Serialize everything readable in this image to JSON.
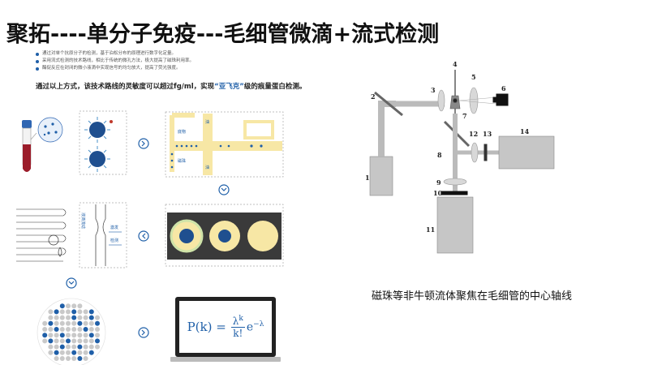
{
  "title": "聚拓----单分子免疫---毛细管微滴+流式检测",
  "bullets": [
    "通过对单个抗原分子的检测，基于泊松分布的原理进行数字化定量。",
    "采用流式检测的技术路线，相比于传统的微孔方法，极大提高了磁珠利用率。",
    "酶促反应在封闭的微小液滴中实现信号的均匀放大，提高了荧光强度。"
  ],
  "summary": {
    "prefix": "通过以上方式，该技术路线的灵敏度可以超过fg/ml，实现",
    "highlight": "“亚飞克”",
    "suffix": "级的痕量蛋白检测。"
  },
  "chip_labels": {
    "oil_top": "油",
    "oil_bottom": "油",
    "substrate": "底物",
    "beads": "磁珠"
  },
  "capillary_labels": {
    "flow_direction": "液滴流动",
    "excitation": "激发",
    "detection": "检测"
  },
  "equation": {
    "lhs": "P(k) =",
    "numerator": "λ",
    "numerator_sup": "k",
    "denominator": "k!",
    "exp_base": "e",
    "exp_sup": "−λ"
  },
  "setup_numbers": [
    "1",
    "2",
    "3",
    "4",
    "5",
    "6",
    "7",
    "8",
    "9",
    "10",
    "11",
    "12",
    "13",
    "14"
  ],
  "caption": "磁珠等非牛顿流体聚焦在毛细管的中心轴线",
  "colors": {
    "accent_blue": "#1f5fa8",
    "chip_yellow": "#f7e7a5",
    "chip_green": "#cfe3a8",
    "dark_bar": "#3a3a3a",
    "gray_block": "#bdbdbd"
  }
}
